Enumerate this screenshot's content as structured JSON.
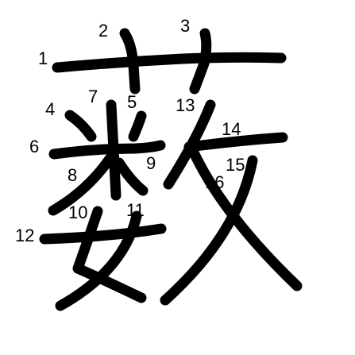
{
  "diagram": {
    "character": "薮",
    "stroke_color": "#000000",
    "background": "#ffffff",
    "stroke_count": 16,
    "labels": [
      "1",
      "2",
      "3",
      "4",
      "5",
      "6",
      "7",
      "8",
      "9",
      "10",
      "11",
      "12",
      "13",
      "14",
      "15",
      "16"
    ]
  }
}
